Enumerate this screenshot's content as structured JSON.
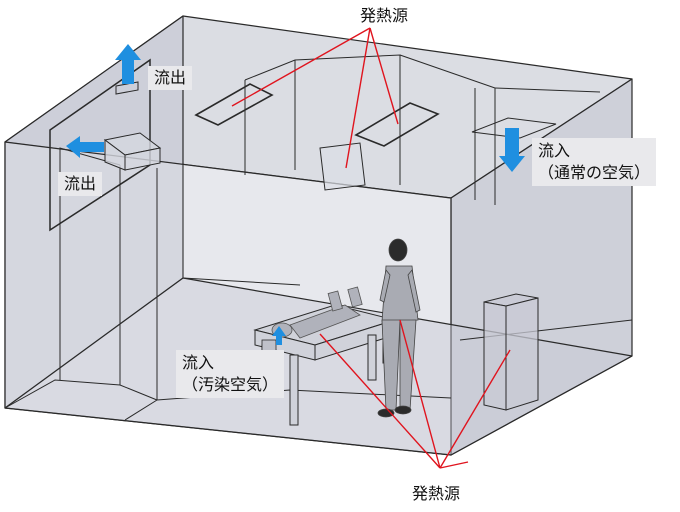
{
  "labels": {
    "heat_source_top": "発熱源",
    "heat_source_bottom": "発熱源",
    "outflow_ceiling": "流出",
    "outflow_wall": "流出",
    "inflow_normal_1": "流入",
    "inflow_normal_2": "（通常の空気）",
    "inflow_contaminated_1": "流入",
    "inflow_contaminated_2": "（汚染空気）"
  },
  "colors": {
    "wall_fill": "#c9cbd6",
    "wall_fill_light": "#d7d9e2",
    "edge": "#2a2a2a",
    "arrow_blue": "#1f8fe0",
    "leader_red": "#e0141e",
    "label_bg": "#e9e9ec"
  }
}
